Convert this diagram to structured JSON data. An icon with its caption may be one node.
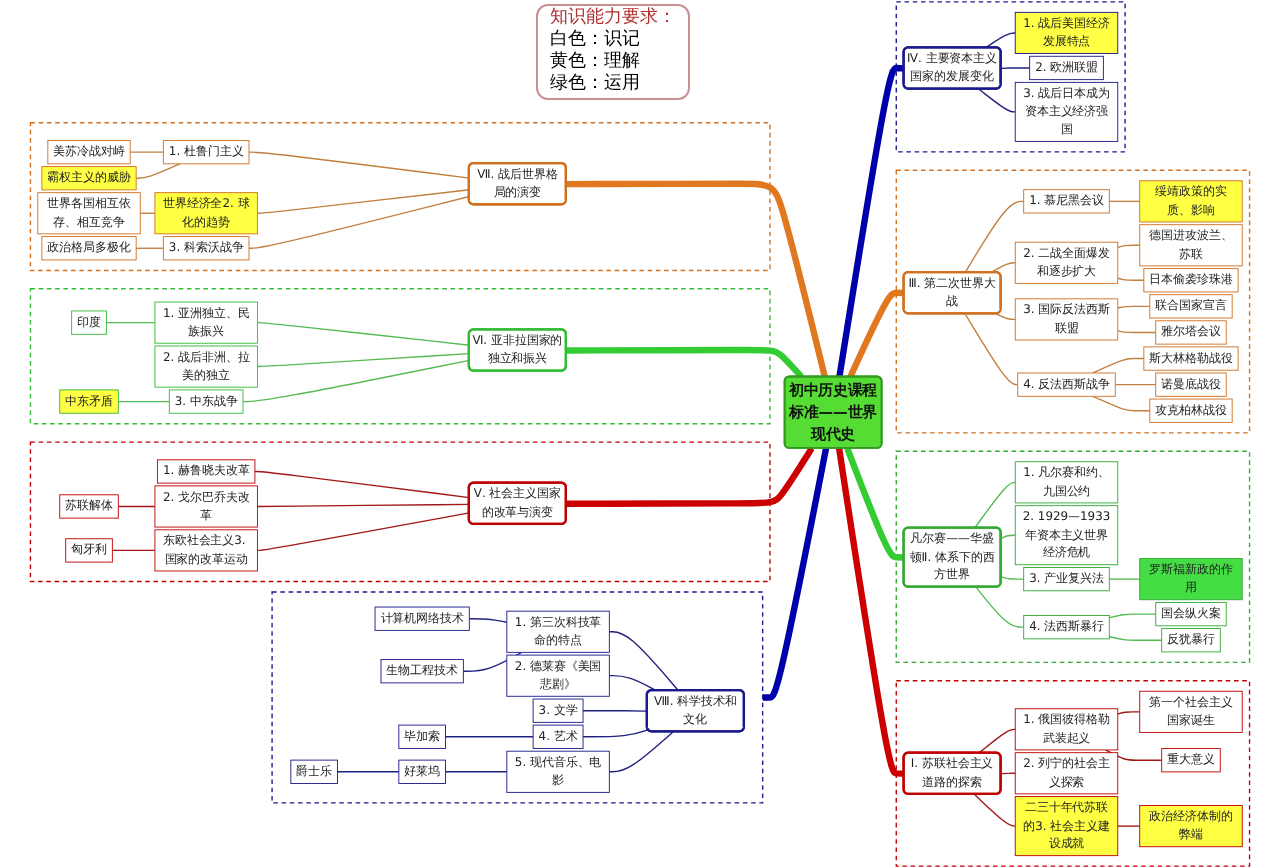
{
  "diagram": {
    "nodes": [
      {
        "text": [
          "初中历史课程标准——世界现代史"
        ]
      },
      {
        "text": [],
        "shape": "box"
      },
      {
        "text": [
          "Ⅰ. 苏联社会主义道路的探索"
        ],
        "in": 1
      },
      {
        "text": [
          "1. 俄国彼得格勒武装起义"
        ],
        "in": 1
      },
      {
        "text": [
          "第一个社会主义国家诞生"
        ],
        "in": 1
      },
      {
        "text": [
          "重大意义"
        ],
        "in": 1
      },
      {
        "text": [
          "2. 列宁的社会主义探索"
        ],
        "in": 1
      },
      {
        "text": [
          "二三十年代苏联的3. 社会主义建设成就"
        ],
        "in": 1
      },
      {
        "text": [
          "政治经济体制的弊端"
        ],
        "in": 1
      },
      {
        "text": [],
        "shape": "box"
      },
      {
        "text": [
          "凡尔赛——华盛顿Ⅱ. 体系下的西方世界"
        ],
        "in": 9
      },
      {
        "text": [
          "1. 凡尔赛和约、九国公约"
        ],
        "in": 9
      },
      {
        "text": [
          "2. 1929—1933年资本主义世界经济危机"
        ],
        "in": 9
      },
      {
        "text": [
          "3. 产业复兴法"
        ],
        "in": 9
      },
      {
        "text": [
          "罗斯福新政的作用"
        ],
        "in": 9
      },
      {
        "text": [
          "4. 法西斯暴行"
        ],
        "in": 9
      },
      {
        "text": [
          "国会纵火案"
        ],
        "in": 9
      },
      {
        "text": [
          "反犹暴行"
        ],
        "in": 9
      },
      {
        "text": [],
        "shape": "box"
      },
      {
        "text": [
          "Ⅲ. 第二次世界大战"
        ],
        "in": 18
      },
      {
        "text": [
          "1. 慕尼黑会议"
        ],
        "in": 18
      },
      {
        "text": [
          "绥靖政策的实质、影响"
        ],
        "in": 18
      },
      {
        "text": [
          "2. 二战全面爆发和逐步扩大"
        ],
        "in": 18
      },
      {
        "text": [
          "德国进攻波兰、苏联"
        ],
        "in": 18
      },
      {
        "text": [
          "日本偷袭珍珠港"
        ],
        "in": 18
      },
      {
        "text": [
          "3. 国际反法西斯联盟"
        ],
        "in": 18
      },
      {
        "text": [
          "联合国家宣言"
        ],
        "in": 18
      },
      {
        "text": [
          "雅尔塔会议"
        ],
        "in": 18
      },
      {
        "text": [
          "4. 反法西斯战争"
        ],
        "in": 18
      },
      {
        "text": [
          "斯大林格勒战役"
        ],
        "in": 18
      },
      {
        "text": [
          "诺曼底战役"
        ],
        "in": 18
      },
      {
        "text": [
          "攻克柏林战役"
        ],
        "in": 18
      },
      {
        "text": [],
        "shape": "box"
      },
      {
        "text": [
          "Ⅳ. 主要资本主义国家的发展变化"
        ],
        "in": 32
      },
      {
        "text": [
          "1. 战后美国经济发展特点"
        ],
        "in": 32
      },
      {
        "text": [
          "2. 欧洲联盟"
        ],
        "in": 32
      },
      {
        "text": [
          "3. 战后日本成为资本主义经济强国"
        ],
        "in": 32
      },
      {
        "text": [],
        "shape": "box"
      },
      {
        "text": [
          "Ⅴ. 社会主义国家的改革与演变"
        ],
        "in": 37
      },
      {
        "text": [
          "1. 赫鲁晓夫改革"
        ],
        "in": 37
      },
      {
        "text": [
          "2. 戈尔巴乔夫改革"
        ],
        "in": 37
      },
      {
        "text": [
          "苏联解体"
        ],
        "in": 37
      },
      {
        "text": [
          "东欧社会主义3. 国家的改革运动"
        ],
        "in": 37
      },
      {
        "text": [
          "匈牙利"
        ],
        "in": 37
      },
      {
        "text": [],
        "shape": "box"
      },
      {
        "text": [
          "Ⅵ. 亚非拉国家的独立和振兴"
        ],
        "in": 44
      },
      {
        "text": [
          "1. 亚洲独立、民族振兴"
        ],
        "in": 44
      },
      {
        "text": [
          "印度"
        ],
        "in": 44
      },
      {
        "text": [
          "2. 战后非洲、拉美的独立"
        ],
        "in": 44
      },
      {
        "text": [
          "3. 中东战争"
        ],
        "in": 44
      },
      {
        "text": [
          "中东矛盾"
        ],
        "in": 44
      },
      {
        "text": [],
        "shape": "box"
      },
      {
        "text": [
          "Ⅶ. 战后世界格局的演变"
        ],
        "in": 51
      },
      {
        "text": [
          "1. 杜鲁门主义"
        ],
        "in": 51
      },
      {
        "text": [
          "美苏冷战对峙"
        ],
        "in": 51
      },
      {
        "text": [
          "霸权主义的威胁"
        ],
        "in": 51
      },
      {
        "text": [
          "世界经济全2. 球化的趋势"
        ],
        "in": 51
      },
      {
        "text": [
          "世界各国相互依存、相互竞争"
        ],
        "in": 51
      },
      {
        "text": [
          "3. 科索沃战争"
        ],
        "in": 51
      },
      {
        "text": [
          "政治格局多极化"
        ],
        "in": 51
      },
      {
        "text": [],
        "shape": "box"
      },
      {
        "text": [
          "Ⅷ. 科学技术和文化"
        ],
        "in": 60
      },
      {
        "text": [
          "1. 第三次科技革命的特点"
        ],
        "in": 60
      },
      {
        "text": [
          "计算机网络技术"
        ],
        "in": 60
      },
      {
        "text": [
          "生物工程技术"
        ],
        "in": 60
      },
      {
        "text": [
          "2. 德莱赛《美国悲剧》"
        ],
        "in": 60
      },
      {
        "text": [
          "3. 文学"
        ],
        "in": 60
      },
      {
        "text": [
          "4. 艺术"
        ],
        "in": 60
      },
      {
        "text": [
          "毕加索"
        ],
        "in": 60
      },
      {
        "text": [
          "5. 现代音乐、电影"
        ],
        "in": 60
      },
      {
        "text": [
          "好莱坞"
        ],
        "in": 60
      },
      {
        "text": [
          "爵士乐"
        ],
        "in": 60
      }
    ],
    "edges": [
      {
        "from": 0,
        "to": 2,
        "arrow": "none",
        "style": "thick",
        "color": "#cc0000"
      },
      {
        "from": 2,
        "to": 3,
        "arrow": "none",
        "color": "#a01818"
      },
      {
        "from": 3,
        "to": 4,
        "arrow": "none",
        "color": "#a01818"
      },
      {
        "from": 3,
        "to": 5,
        "arrow": "none",
        "color": "#a01818"
      },
      {
        "from": 2,
        "to": 6,
        "arrow": "none",
        "color": "#a01818"
      },
      {
        "from": 2,
        "to": 7,
        "arrow": "none",
        "color": "#a01818"
      },
      {
        "from": 7,
        "to": 8,
        "arrow": "none",
        "color": "#a01818"
      },
      {
        "from": 0,
        "to": 10,
        "arrow": "none",
        "style": "thick",
        "color": "#33cc33"
      },
      {
        "from": 10,
        "to": 11,
        "arrow": "none",
        "color": "#55bb55"
      },
      {
        "from": 10,
        "to": 12,
        "arrow": "none",
        "color": "#55bb55"
      },
      {
        "from": 10,
        "to": 13,
        "arrow": "none",
        "color": "#55bb55"
      },
      {
        "from": 13,
        "to": 14,
        "arrow": "none",
        "color": "#55bb55"
      },
      {
        "from": 10,
        "to": 15,
        "arrow": "none",
        "color": "#55bb55"
      },
      {
        "from": 15,
        "to": 16,
        "arrow": "none",
        "color": "#55bb55"
      },
      {
        "from": 15,
        "to": 17,
        "arrow": "none",
        "color": "#55bb55"
      },
      {
        "from": 0,
        "to": 19,
        "arrow": "none",
        "style": "thick",
        "color": "#e07820"
      },
      {
        "from": 19,
        "to": 20,
        "arrow": "none",
        "color": "#c08040"
      },
      {
        "from": 20,
        "to": 21,
        "arrow": "none",
        "color": "#c08040"
      },
      {
        "from": 19,
        "to": 22,
        "arrow": "none",
        "color": "#c08040"
      },
      {
        "from": 22,
        "to": 23,
        "arrow": "none",
        "color": "#c08040"
      },
      {
        "from": 22,
        "to": 24,
        "arrow": "none",
        "color": "#c08040"
      },
      {
        "from": 19,
        "to": 25,
        "arrow": "none",
        "color": "#c08040"
      },
      {
        "from": 25,
        "to": 26,
        "arrow": "none",
        "color": "#c08040"
      },
      {
        "from": 25,
        "to": 27,
        "arrow": "none",
        "color": "#c08040"
      },
      {
        "from": 19,
        "to": 28,
        "arrow": "none",
        "color": "#c08040"
      },
      {
        "from": 28,
        "to": 29,
        "arrow": "none",
        "color": "#c08040"
      },
      {
        "from": 28,
        "to": 30,
        "arrow": "none",
        "color": "#c08040"
      },
      {
        "from": 28,
        "to": 31,
        "arrow": "none",
        "color": "#c08040"
      },
      {
        "from": 0,
        "to": 33,
        "arrow": "none",
        "style": "thick",
        "color": "#0000aa"
      },
      {
        "from": 33,
        "to": 34,
        "arrow": "none",
        "color": "#202080"
      },
      {
        "from": 33,
        "to": 35,
        "arrow": "none",
        "color": "#202080"
      },
      {
        "from": 33,
        "to": 36,
        "arrow": "none",
        "color": "#202080"
      },
      {
        "from": 60,
        "to": 0,
        "arrow": "none",
        "style": "thick",
        "color": "#0000aa"
      },
      {
        "from": 62,
        "to": 61,
        "arrow": "none",
        "color": "#202080"
      },
      {
        "from": 63,
        "to": 62,
        "arrow": "none",
        "color": "#202080"
      },
      {
        "from": 64,
        "to": 62,
        "arrow": "none",
        "color": "#202080"
      },
      {
        "from": 65,
        "to": 61,
        "arrow": "none",
        "color": "#202080"
      },
      {
        "from": 66,
        "to": 61,
        "arrow": "none",
        "color": "#202080"
      },
      {
        "from": 67,
        "to": 61,
        "arrow": "none",
        "color": "#202080"
      },
      {
        "from": 68,
        "to": 67,
        "arrow": "none",
        "color": "#202080"
      },
      {
        "from": 69,
        "to": 61,
        "arrow": "none",
        "color": "#202080"
      },
      {
        "from": 70,
        "to": 69,
        "arrow": "none",
        "color": "#202080"
      },
      {
        "from": 71,
        "to": 70,
        "arrow": "none",
        "color": "#202080"
      },
      {
        "from": 52,
        "to": 0,
        "arrow": "none",
        "style": "thick",
        "color": "#e07820"
      },
      {
        "from": 53,
        "to": 52,
        "arrow": "none",
        "color": "#c08040"
      },
      {
        "from": 54,
        "to": 53,
        "arrow": "none",
        "color": "#c08040"
      },
      {
        "from": 55,
        "to": 53,
        "arrow": "none",
        "color": "#c08040"
      },
      {
        "from": 56,
        "to": 52,
        "arrow": "none",
        "color": "#c08040"
      },
      {
        "from": 57,
        "to": 56,
        "arrow": "none",
        "color": "#c08040"
      },
      {
        "from": 58,
        "to": 52,
        "arrow": "none",
        "color": "#c08040"
      },
      {
        "from": 59,
        "to": 58,
        "arrow": "none",
        "color": "#c08040"
      },
      {
        "from": 45,
        "to": 0,
        "arrow": "none",
        "style": "thick",
        "color": "#33cc33"
      },
      {
        "from": 46,
        "to": 45,
        "arrow": "none",
        "color": "#55bb55"
      },
      {
        "from": 47,
        "to": 46,
        "arrow": "none",
        "color": "#55bb55"
      },
      {
        "from": 48,
        "to": 45,
        "arrow": "none",
        "color": "#55bb55"
      },
      {
        "from": 49,
        "to": 45,
        "arrow": "none",
        "color": "#55bb55"
      },
      {
        "from": 50,
        "to": 49,
        "arrow": "none",
        "color": "#55bb55"
      },
      {
        "from": 38,
        "to": 0,
        "arrow": "none",
        "style": "thick",
        "color": "#cc0000"
      },
      {
        "from": 39,
        "to": 38,
        "arrow": "none",
        "color": "#a01818"
      },
      {
        "from": 40,
        "to": 38,
        "arrow": "none",
        "color": "#a01818"
      },
      {
        "from": 41,
        "to": 40,
        "arrow": "none",
        "color": "#a01818"
      },
      {
        "from": 42,
        "to": 38,
        "arrow": "none",
        "color": "#a01818"
      },
      {
        "from": 43,
        "to": 42,
        "arrow": "none",
        "color": "#a01818"
      }
    ],
    "labels": [
      "知识能力要求：",
      "白色：识记",
      "黄色：理解",
      "绿色：运用"
    ]
  }
}
